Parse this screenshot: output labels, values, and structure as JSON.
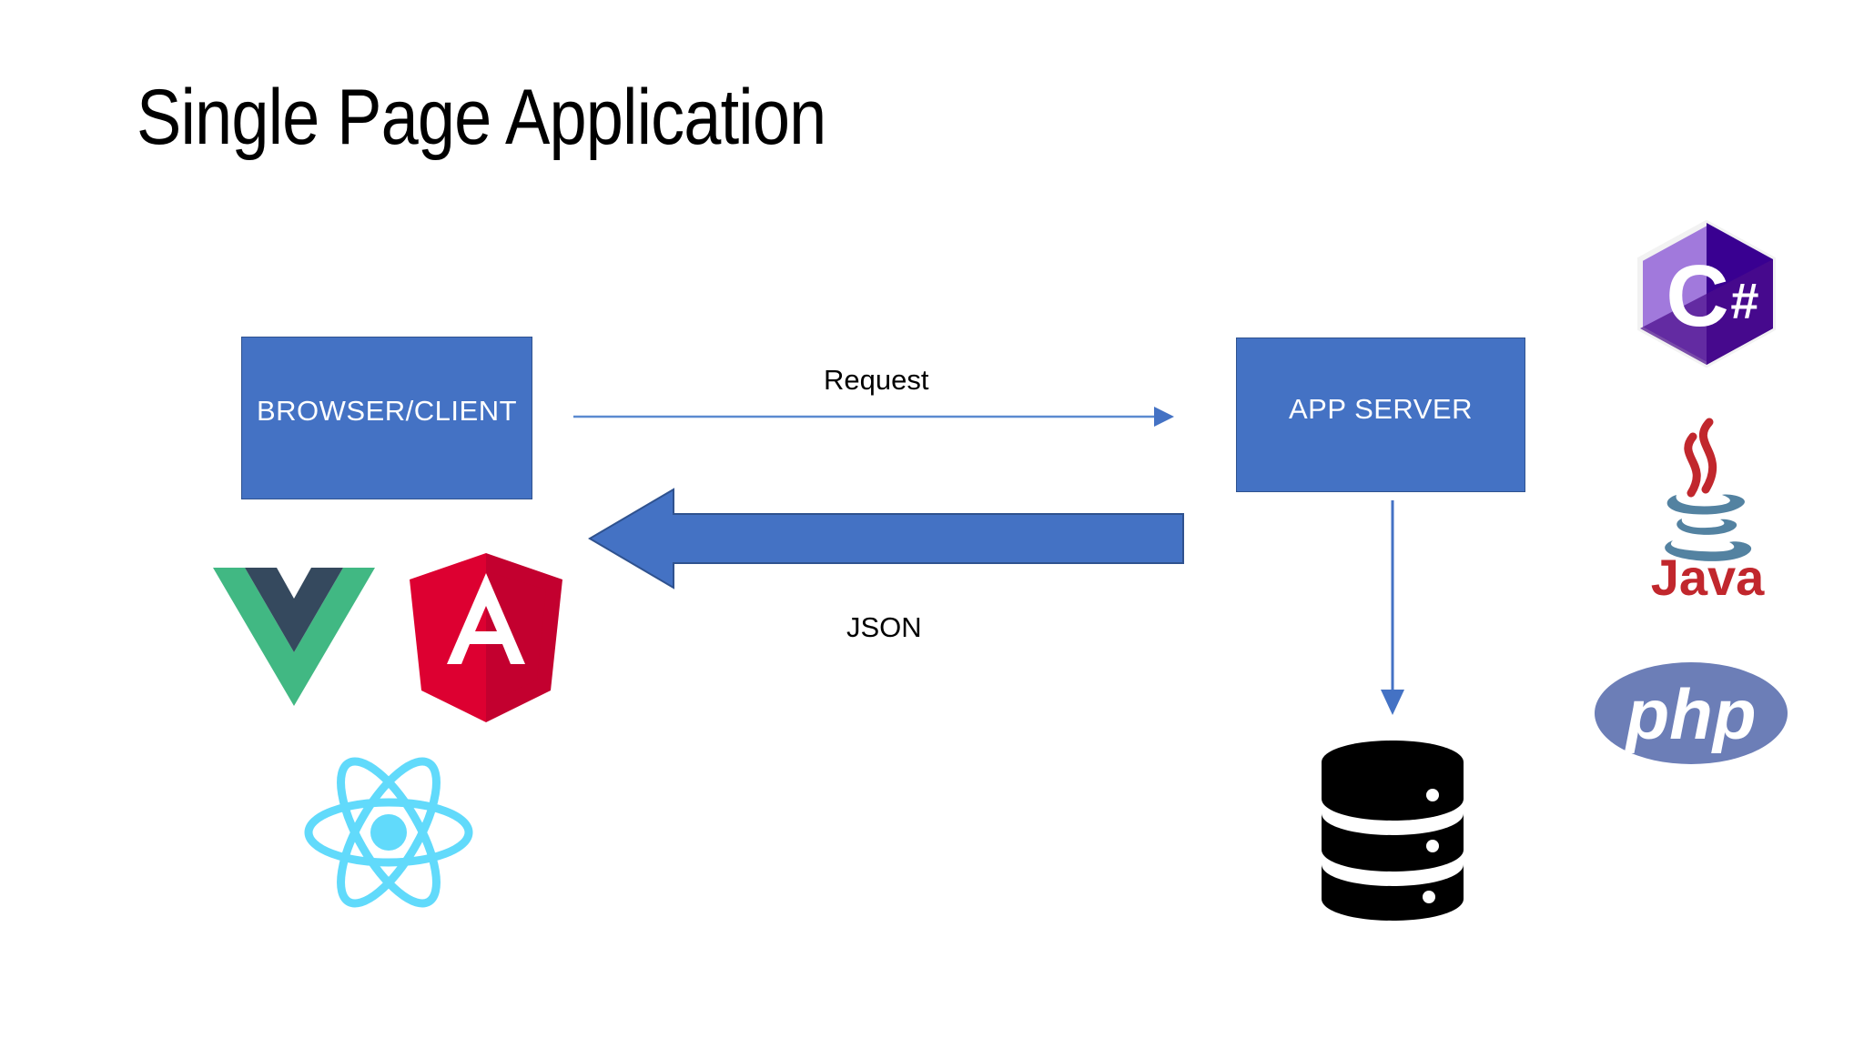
{
  "slide": {
    "title": "Single Page Application",
    "background_color": "#FFFFFF"
  },
  "palette": {
    "box_fill": "#4472C4",
    "box_stroke": "#2F528F",
    "arrow_blue": "#4472C4",
    "text_dark": "#000000",
    "text_light": "#FFFFFF",
    "vue_green": "#41B883",
    "vue_navy": "#35495E",
    "angular_red": "#DD0031",
    "angular_red_dark": "#C3002F",
    "react_blue": "#61DAFB",
    "csharp_purple": "#A179DC",
    "csharp_purple_dark": "#390091",
    "java_red": "#E76F00",
    "java_blue": "#5382A1",
    "php_blue": "#6C7EB7",
    "database_black": "#000000"
  },
  "nodes": [
    {
      "id": "browser",
      "label": "BROWSER/CLIENT"
    },
    {
      "id": "appserver",
      "label": "APP SERVER"
    }
  ],
  "flows": [
    {
      "id": "request",
      "label": "Request",
      "direction": "left-to-right",
      "from": "browser",
      "to": "appserver",
      "style": "thin-line-arrow"
    },
    {
      "id": "json",
      "label": "JSON",
      "direction": "right-to-left",
      "from": "appserver",
      "to": "browser",
      "style": "thick-block-arrow"
    },
    {
      "id": "db-write",
      "label": "",
      "direction": "top-to-bottom",
      "from": "appserver",
      "to": "database",
      "style": "thin-line-arrow"
    }
  ],
  "client_technologies": [
    {
      "id": "vue",
      "name": "Vue.js",
      "icon": "vue-logo-icon"
    },
    {
      "id": "angular",
      "name": "Angular",
      "icon": "angular-logo-icon"
    },
    {
      "id": "react",
      "name": "React",
      "icon": "react-logo-icon"
    }
  ],
  "server_technologies": [
    {
      "id": "csharp",
      "name": "C#",
      "icon": "csharp-logo-icon",
      "wordmark": "C#"
    },
    {
      "id": "java",
      "name": "Java",
      "icon": "java-logo-icon",
      "wordmark": "Java"
    },
    {
      "id": "php",
      "name": "PHP",
      "icon": "php-logo-icon",
      "wordmark": "php"
    }
  ],
  "storage": {
    "id": "database",
    "name": "Database",
    "icon": "database-cylinder-icon",
    "tiers": 3
  }
}
